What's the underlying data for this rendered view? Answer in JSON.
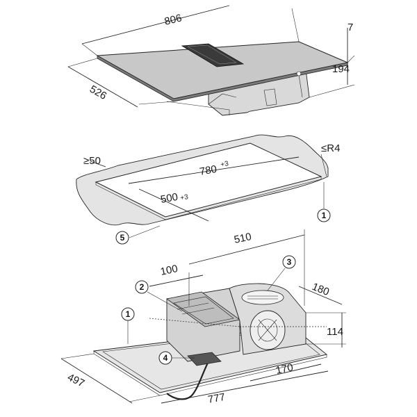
{
  "dimensions": {
    "hob_width": "806",
    "hob_depth": "526",
    "glass_thickness": "7",
    "overall_height": "194",
    "frame_min": "≥50",
    "corner_radius": "≤R4",
    "cutout_width": "780",
    "cutout_width_tol": "+3",
    "cutout_depth": "500",
    "cutout_depth_tol": "+3",
    "fan_span": "510",
    "offset_left": "100",
    "fan_depth": "180",
    "fan_height": "114",
    "outlet_width": "170",
    "base_depth": "497",
    "base_width": "777"
  },
  "callouts": [
    "1",
    "5",
    "3",
    "2",
    "1",
    "4"
  ],
  "colors": {
    "line": "#222222",
    "glass": "#cfcfcf",
    "worktop": "#e6e6e6",
    "unit": "#d8d8d8",
    "callout_fill": "#ffffff"
  }
}
